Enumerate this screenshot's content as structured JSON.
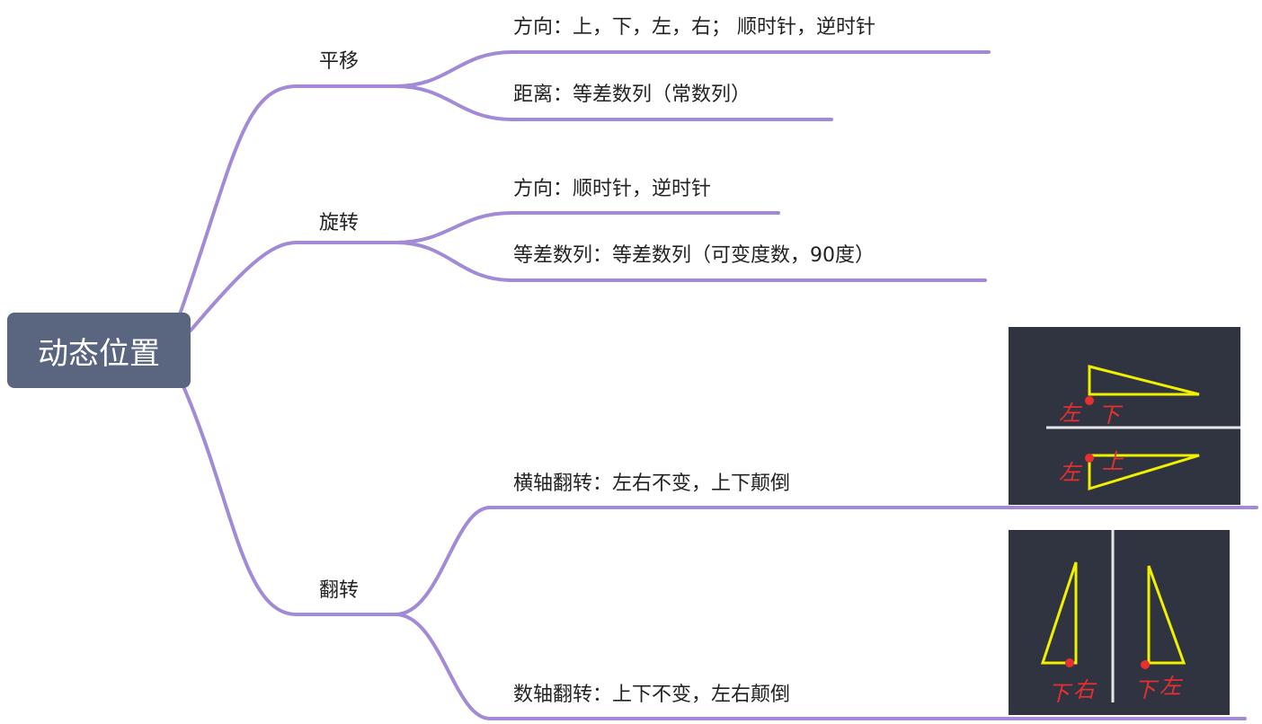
{
  "root": {
    "label": "动态位置"
  },
  "branches": [
    {
      "label": "平移",
      "children": [
        {
          "label": "方向：上，下，左，右；  顺时针，逆时针"
        },
        {
          "label": "距离：等差数列（常数列）"
        }
      ]
    },
    {
      "label": "旋转",
      "children": [
        {
          "label": "方向：顺时针，逆时针"
        },
        {
          "label": "等差数列：等差数列（可变度数，90度）"
        }
      ]
    },
    {
      "label": "翻转",
      "children": [
        {
          "label": "横轴翻转：左右不变，上下颠倒"
        },
        {
          "label": "数轴翻转：上下不变，左右颠倒"
        }
      ]
    }
  ],
  "images": {
    "horizontal_flip": {
      "hw1": "左",
      "hw2": "下",
      "hw3": "左",
      "hw4": "上"
    },
    "vertical_flip": {
      "hw1": "下",
      "hw2": "右",
      "hw3": "下",
      "hw4": "左"
    }
  },
  "colors": {
    "connector": "#a28ad6",
    "root_bg": "#5a6580",
    "image_bg": "#2f3440",
    "triangle": "#f0f000",
    "marker": "#e83030",
    "axis": "#e6e6e6"
  }
}
